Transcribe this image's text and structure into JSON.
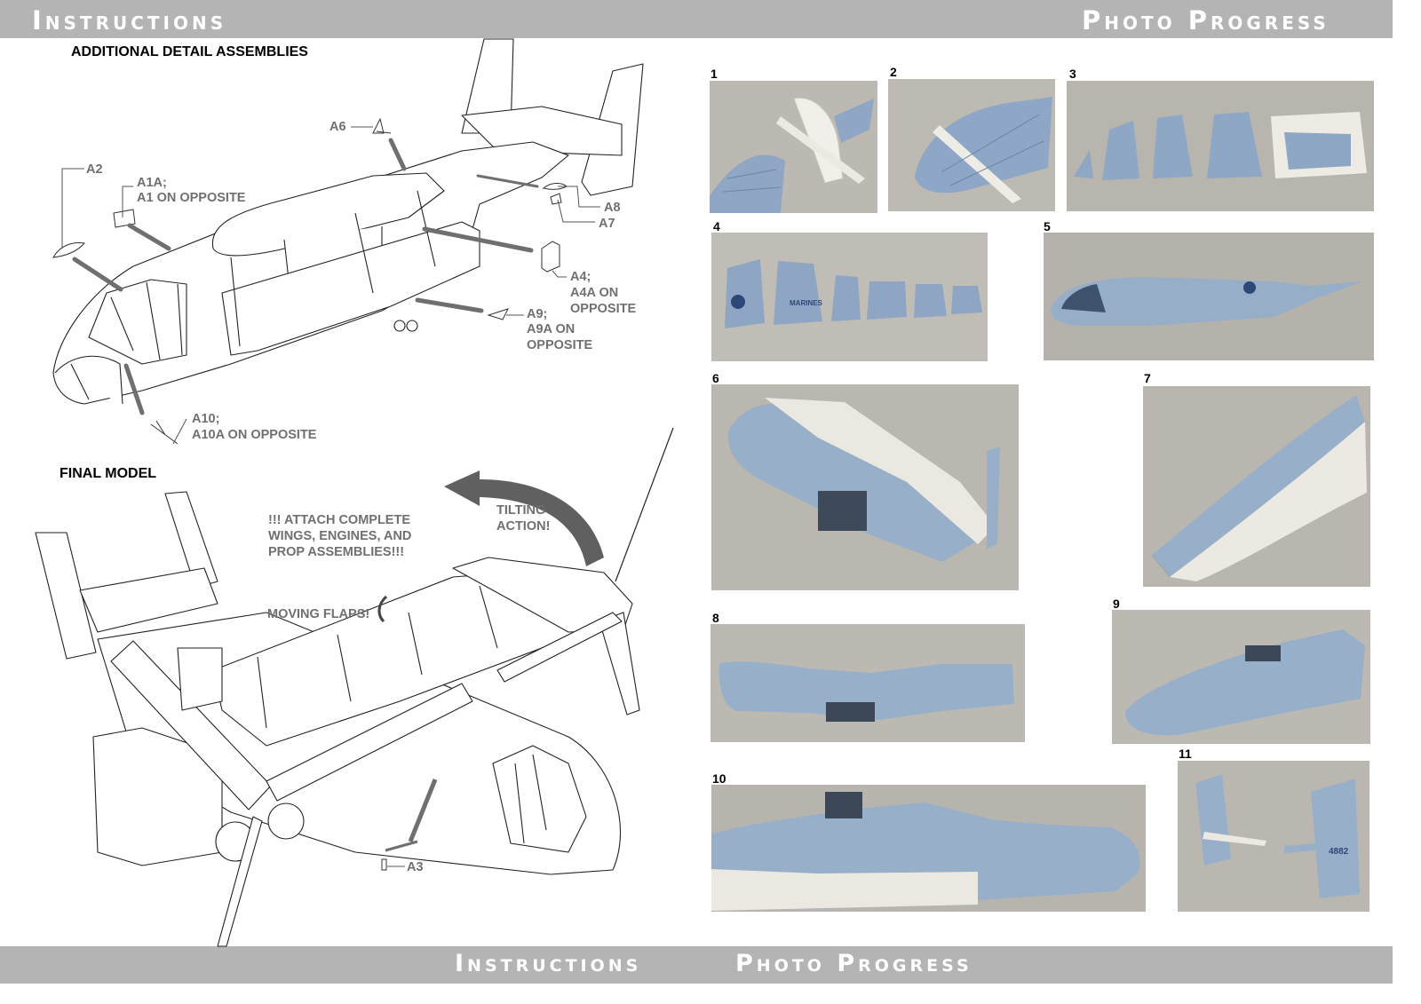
{
  "header": {
    "left_title": "Instructions",
    "right_title": "Photo Progress"
  },
  "footer": {
    "left_title": "Instructions",
    "right_title": "Photo Progress"
  },
  "left_panel": {
    "assemblies_heading": "ADDITIONAL DETAIL ASSEMBLIES",
    "callouts": {
      "a2": "A2",
      "a1a_line1": "A1A;",
      "a1a_line2": "A1 ON OPPOSITE",
      "a6": "A6",
      "a8": "A8",
      "a7": "A7",
      "a4_line1": "A4;",
      "a4_line2": "A4A ON",
      "a4_line3": "OPPOSITE",
      "a9_line1": "A9;",
      "a9_line2": "A9A ON",
      "a9_line3": "OPPOSITE",
      "a10_line1": "A10;",
      "a10_line2": "A10A ON OPPOSITE",
      "a3": "A3"
    },
    "final_heading": "FINAL MODEL",
    "attach_note_line1": "!!! ATTACH COMPLETE",
    "attach_note_line2": "WINGS, ENGINES, AND",
    "attach_note_line3": "PROP ASSEMBLIES!!!",
    "tilting_line1": "TILTING",
    "tilting_line2": "ACTION!",
    "flaps_note": "MOVING FLAPS!"
  },
  "photos": [
    {
      "number": "1"
    },
    {
      "number": "2"
    },
    {
      "number": "3"
    },
    {
      "number": "4"
    },
    {
      "number": "5"
    },
    {
      "number": "6"
    },
    {
      "number": "7"
    },
    {
      "number": "8"
    },
    {
      "number": "9"
    },
    {
      "number": "10"
    },
    {
      "number": "11"
    }
  ],
  "photo_texts": {
    "marines": "MARINES",
    "tail_number": "4882"
  },
  "colors": {
    "band": "#b4b4b4",
    "callout_gray": "#707070",
    "model_blue": "#98aec8",
    "photo_background": "#b9b6b0"
  }
}
